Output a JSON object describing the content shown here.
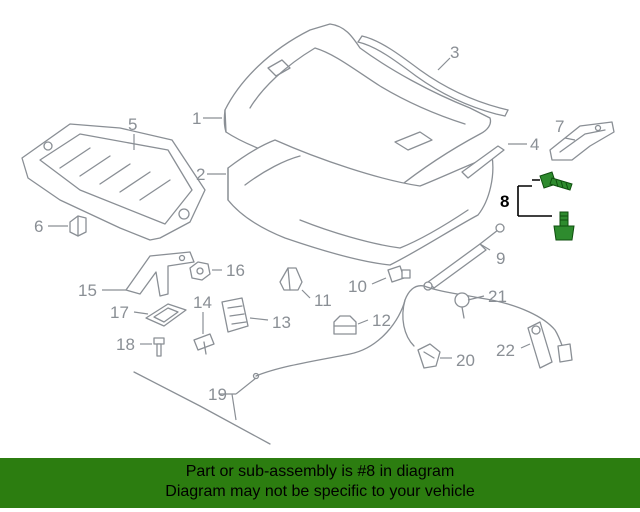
{
  "callouts": {
    "c1": "1",
    "c2": "2",
    "c3": "3",
    "c4": "4",
    "c5": "5",
    "c6": "6",
    "c7": "7",
    "c8": "8",
    "c9": "9",
    "c10": "10",
    "c11": "11",
    "c12": "12",
    "c13": "13",
    "c14": "14",
    "c15": "15",
    "c16": "16",
    "c17": "17",
    "c18": "18",
    "c19": "19",
    "c20": "20",
    "c21": "21",
    "c22": "22"
  },
  "highlighted_part": "8",
  "colors": {
    "highlight": "#2e8b2e",
    "banner": "#2c7d10",
    "callout": "#8a8f95"
  },
  "banner": {
    "line1": "Part or sub-assembly is #8 in diagram",
    "line2": "Diagram may not be specific to your vehicle"
  }
}
